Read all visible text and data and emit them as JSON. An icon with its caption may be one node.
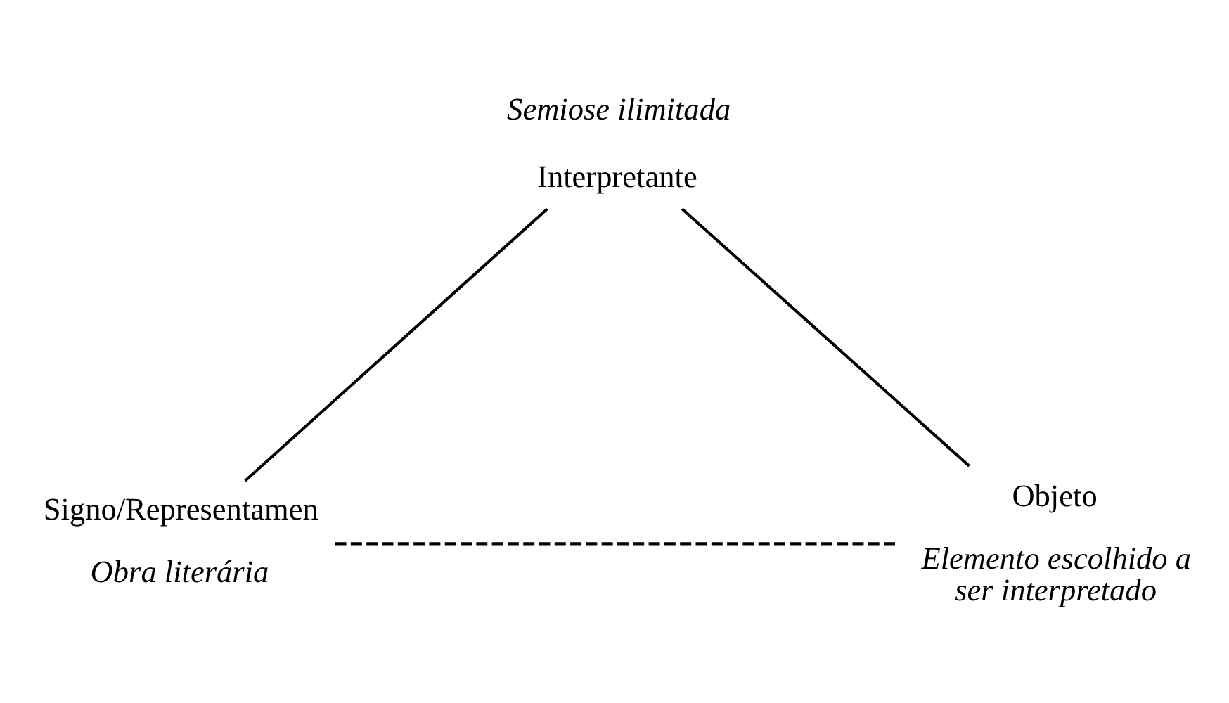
{
  "diagram": {
    "nodes": [
      {
        "text": [
          "Interpretante"
        ],
        "beside": [
          "Semiose ilimitada"
        ]
      },
      {
        "text": [
          "Signo/Representamen"
        ],
        "beside": [
          "Obra literária"
        ]
      },
      {
        "text": [
          "Objeto"
        ],
        "beside": [
          "Elemento escolhido a ser interpretado"
        ]
      }
    ],
    "edges": [
      {
        "from": 0,
        "to": 1,
        "arrow": "none"
      },
      {
        "from": 0,
        "to": 2,
        "arrow": "none"
      },
      {
        "from": 1,
        "to": 2,
        "arrow": "none",
        "style": "dashed"
      }
    ]
  }
}
